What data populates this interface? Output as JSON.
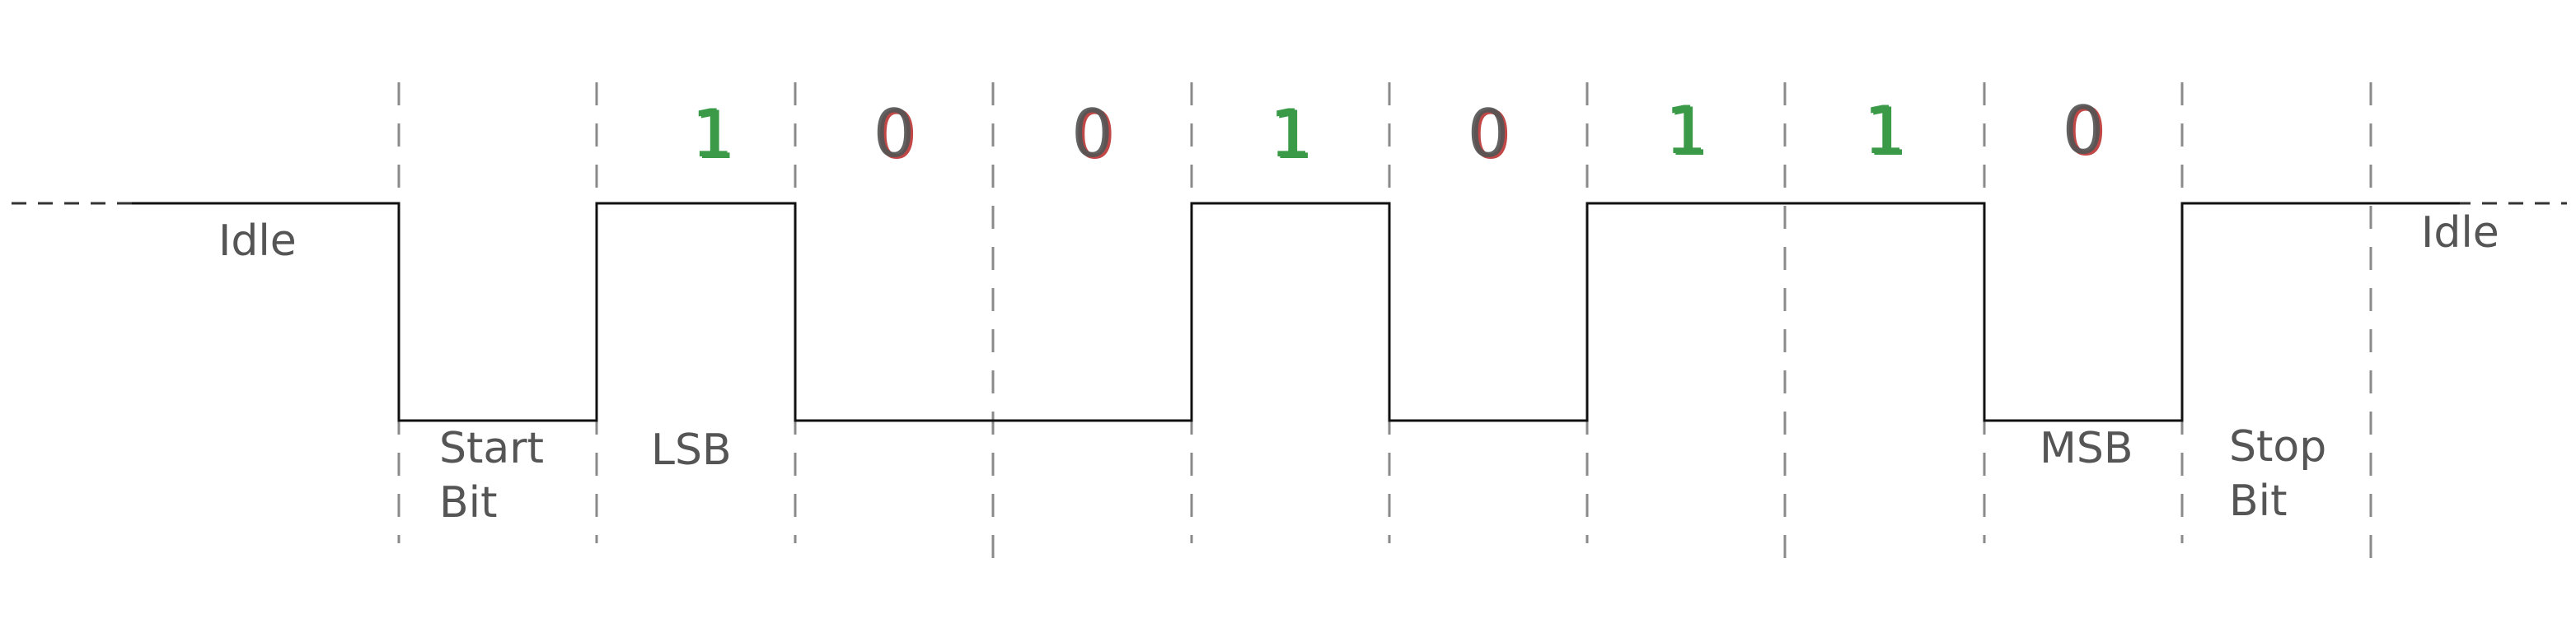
{
  "idle_left_label": "Idle",
  "idle_right_label": "Idle",
  "start_bit_label": [
    "Start",
    "Bit"
  ],
  "lsb_label": "LSB",
  "msb_label": "MSB",
  "stop_bit_label": [
    "Stop",
    "Bit"
  ],
  "bits": [
    "1",
    "0",
    "0",
    "1",
    "0",
    "1",
    "1",
    "0"
  ],
  "colors": {
    "one_digit": "#3a9a48",
    "zero_digit": "#c24848",
    "digit_overlay": "#555555",
    "label_text": "#555555",
    "signal_line": "#111111",
    "guide_line": "#8a8a8a"
  }
}
